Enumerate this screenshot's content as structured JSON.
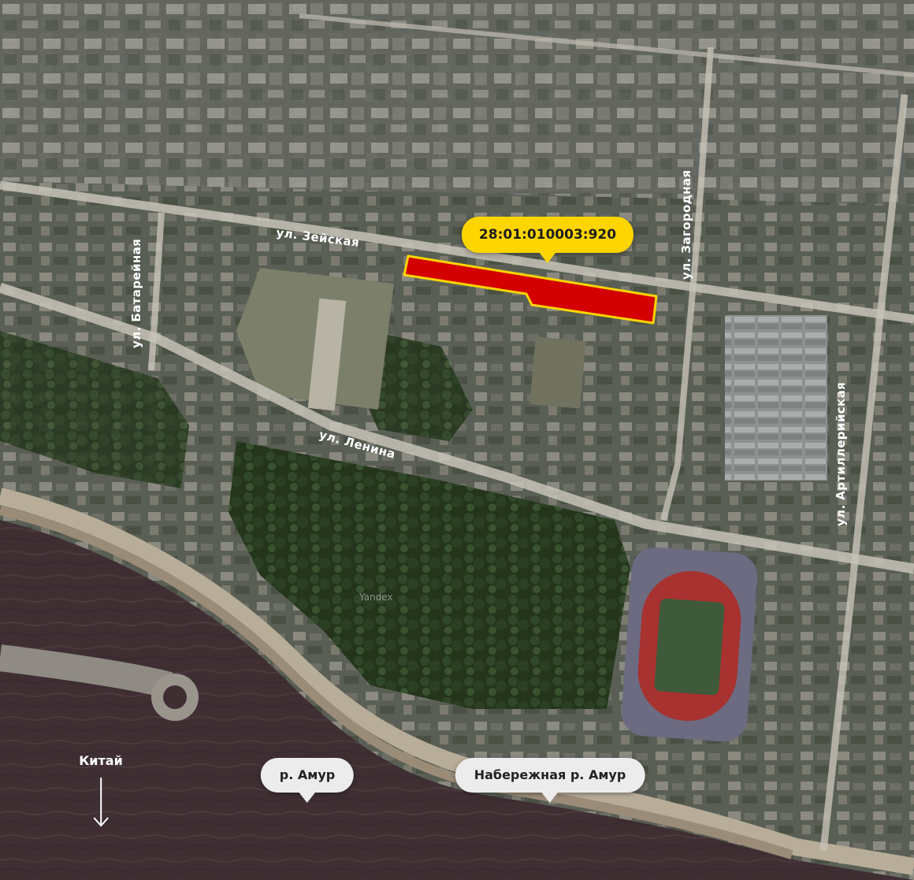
{
  "parcel": {
    "cadastral_number": "28:01:010003:920",
    "fill_color": "#d40000",
    "outline_color": "#ffd500"
  },
  "streets": [
    "ул. Зейская",
    "ул. Батарейная",
    "ул. Загородная",
    "ул. Ленина",
    "ул. Артиллерийская"
  ],
  "places": {
    "river": "р. Амур",
    "embankment": "Набережная р. Амур"
  },
  "direction": {
    "label": "Китай",
    "icon": "arrow-down-icon"
  },
  "watermark": "Yandex",
  "colors": {
    "river": "#3f2f33",
    "shore": "#a99a83",
    "urban": "#5d6259",
    "vegetation": "#27381f",
    "road": "#c7c3b8",
    "callout_grey": "#ececec",
    "callout_yellow": "#ffd500"
  }
}
